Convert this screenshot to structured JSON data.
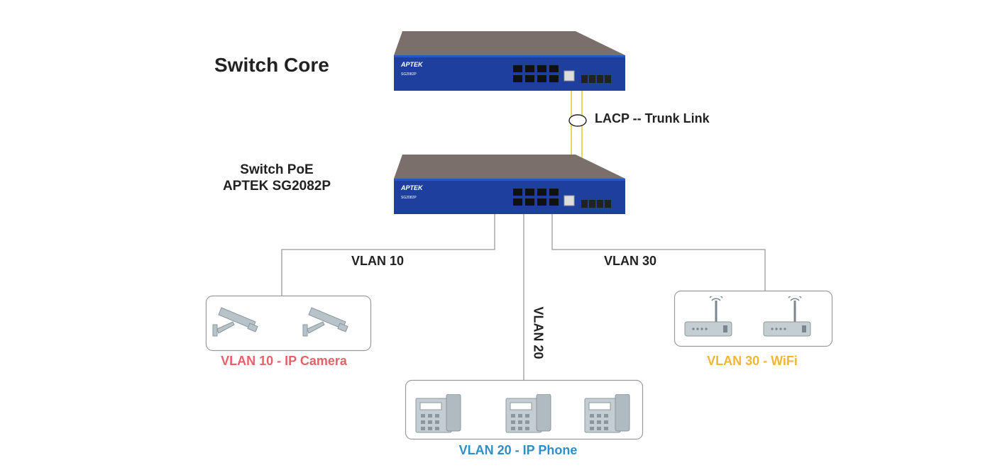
{
  "labels": {
    "switch_core": "Switch Core",
    "switch_poe_line1": "Switch PoE",
    "switch_poe_line2": "APTEK SG2082P",
    "lacp": "LACP -- Trunk Link",
    "vlan10": "VLAN 10",
    "vlan20": "VLAN 20",
    "vlan30": "VLAN 30"
  },
  "groups": {
    "camera": {
      "caption": "VLAN 10 - IP Camera",
      "color": "#e8606a",
      "icon": "cctv-camera-icon"
    },
    "phone": {
      "caption": "VLAN 20 - IP Phone",
      "color": "#2e8fc7",
      "icon": "ip-phone-icon"
    },
    "wifi": {
      "caption": "VLAN 30 - WiFi",
      "color": "#f2b632",
      "icon": "wifi-router-icon"
    }
  },
  "devices": {
    "brand": "APTEK",
    "model": "SG2082P"
  },
  "colors": {
    "switch_body": "#1e3f9e",
    "switch_top": "#7a6f6a",
    "trunk": "#e7d85a",
    "wire": "#9a9a9a"
  }
}
